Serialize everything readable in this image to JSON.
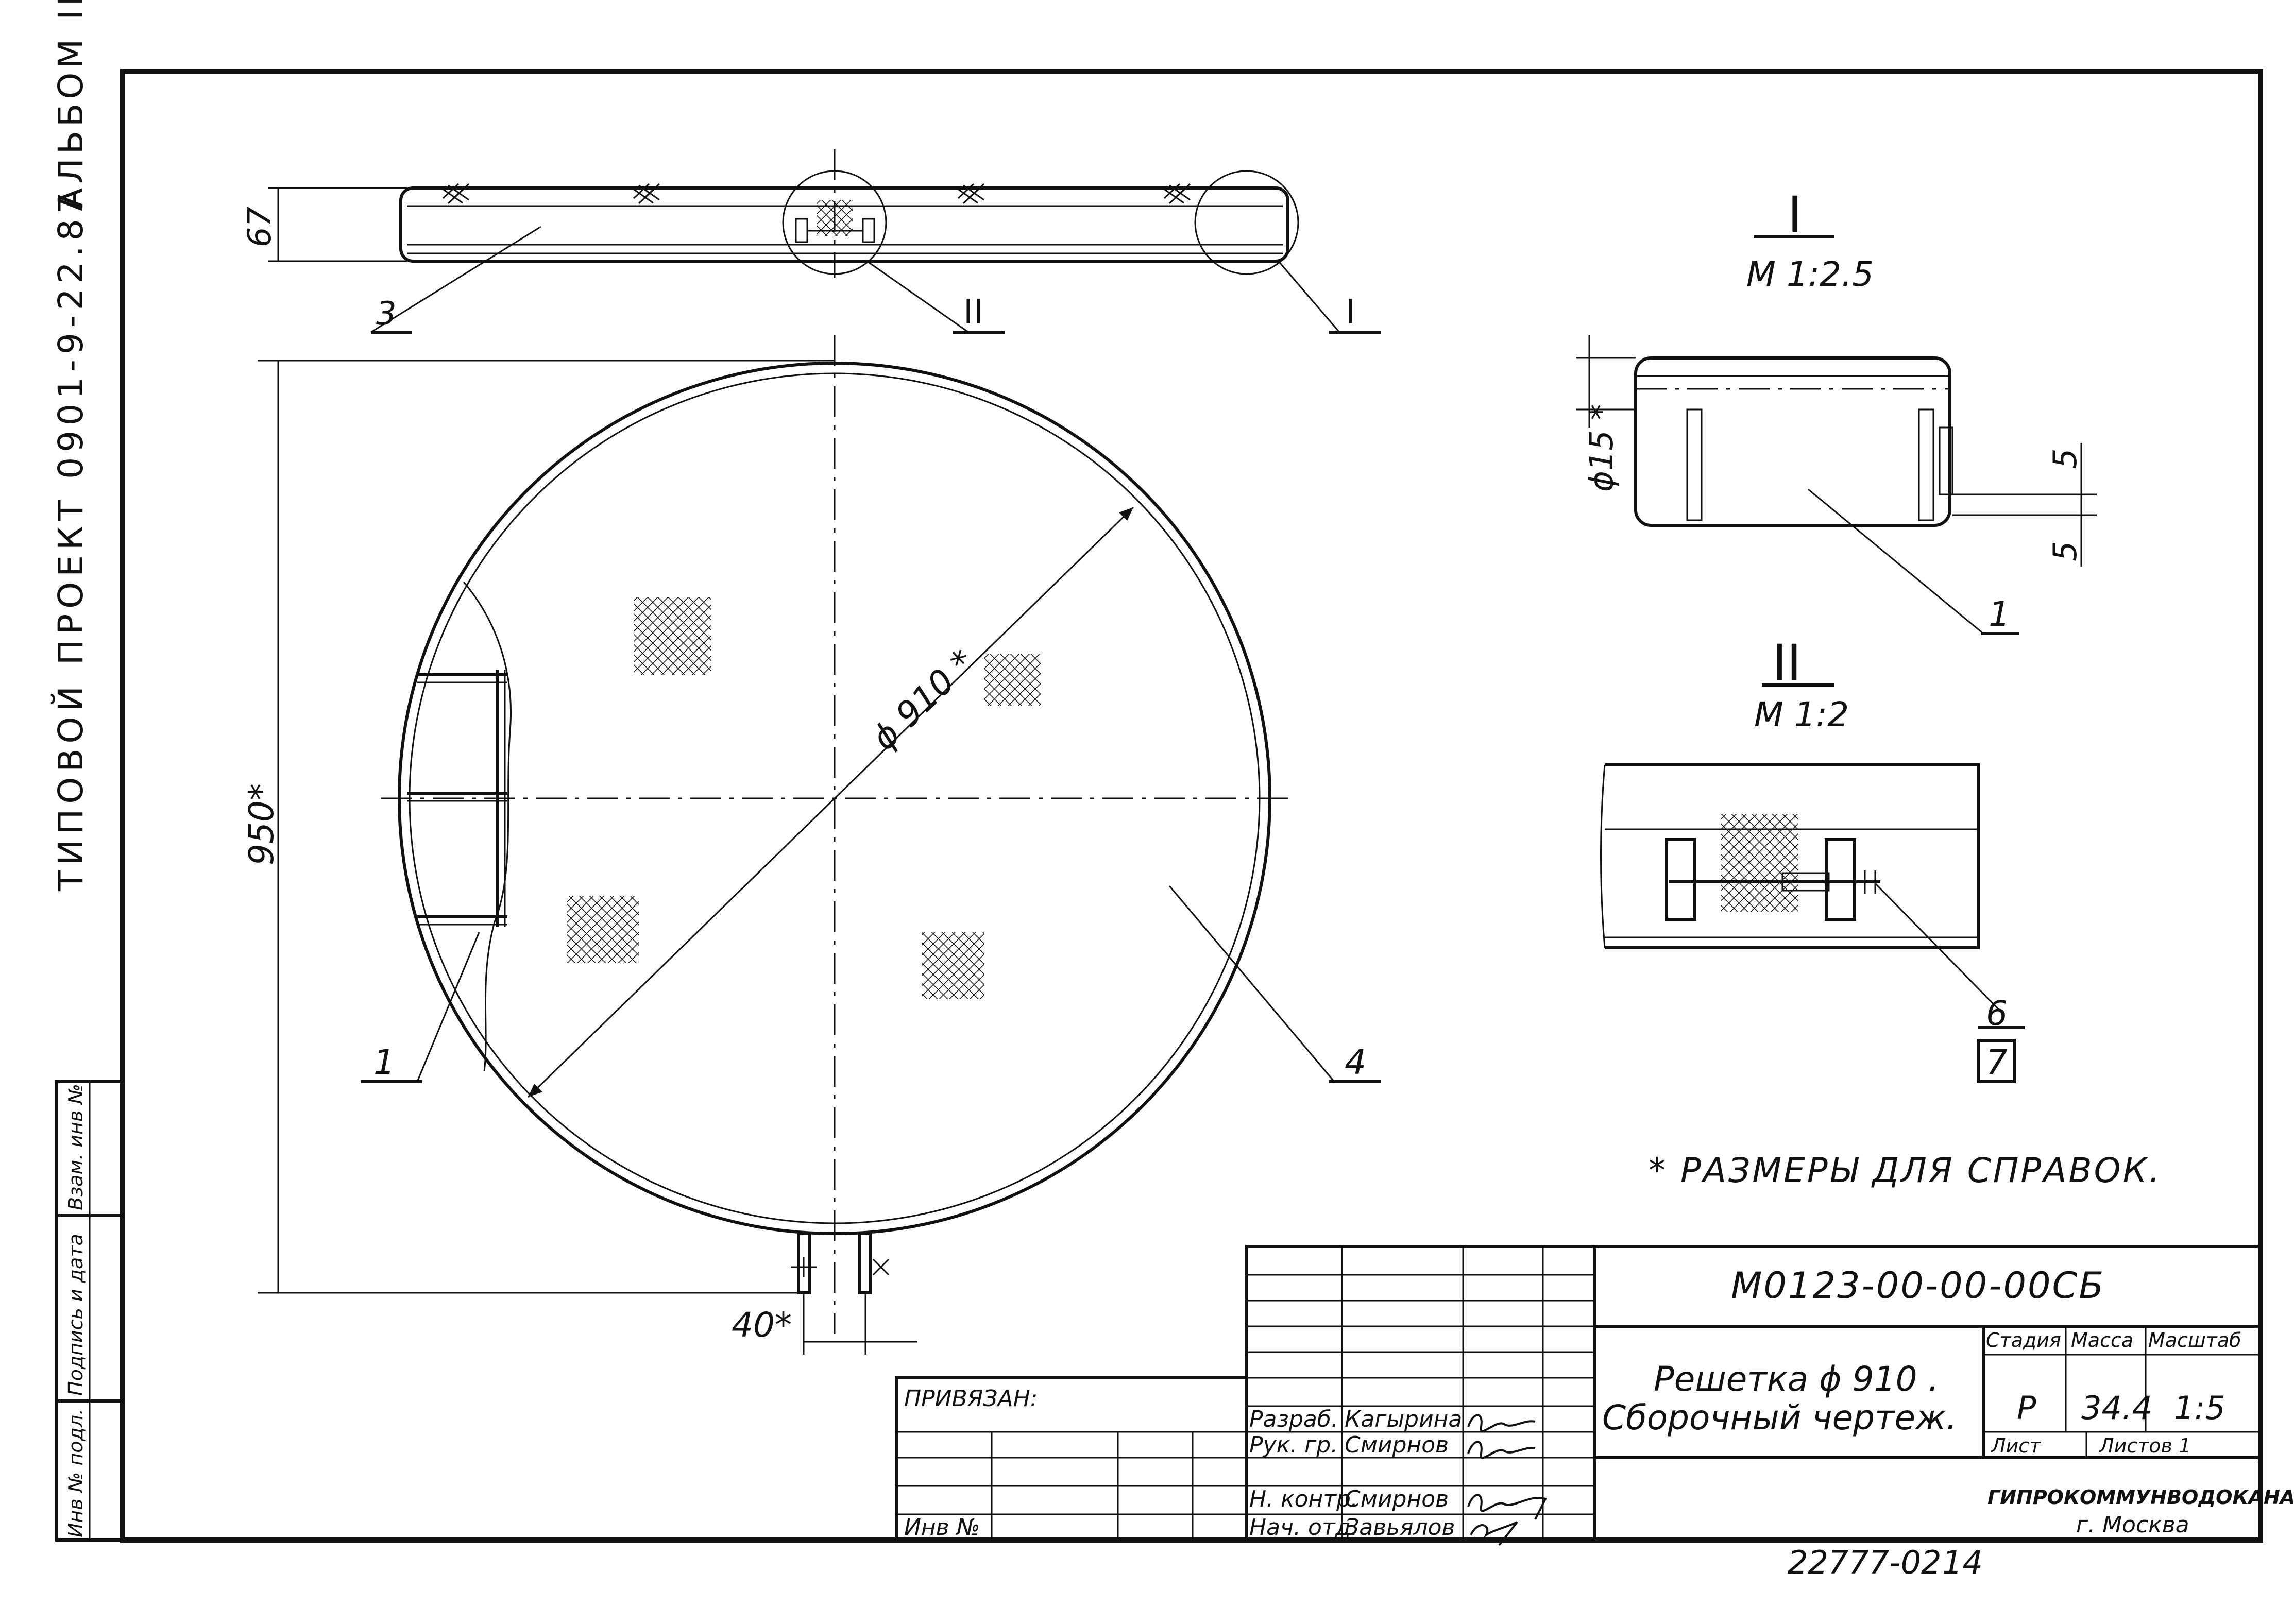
{
  "margin": {
    "album": "АЛЬБОМ III",
    "project": "ТИПОВОЙ ПРОЕКТ 0901-9-22.87",
    "stamp_labels": [
      "Инв № подл.",
      "Подпись и дата",
      "Взам. инв №"
    ]
  },
  "views": {
    "top": {
      "height_dim": "67",
      "callout_3": "3",
      "callout_II": "II",
      "callout_I": "I"
    },
    "plan": {
      "diameter": "ϕ 910 *",
      "height_dim": "950*",
      "tab_width": "40*",
      "callout_1": "1",
      "callout_4": "4"
    },
    "detail_I": {
      "title": "I",
      "scale": "М 1:2.5",
      "rod_dim": "ϕ15 *",
      "gap_top": "5",
      "gap_bottom": "5",
      "callout": "1"
    },
    "detail_II": {
      "title": "II",
      "scale": "М 1:2",
      "callout_6": "6",
      "callout_7": "7"
    }
  },
  "note": "* РАЗМЕРЫ ДЛЯ СПРАВОК.",
  "title_block": {
    "designation": "М0123-00-00-00СБ",
    "name_line1": "Решетка ϕ 910 .",
    "name_line2": "Сборочный чертеж.",
    "bound_label": "ПРИВЯЗАН:",
    "inv_label": "Инв №",
    "roles": [
      "Разраб.",
      "Рук. гр.",
      "Н. контр.",
      "Нач. отд."
    ],
    "names": [
      "Кагырина",
      "Смирнов",
      "Смирнов",
      "Завьялов"
    ],
    "stage_header": "Стадия",
    "mass_header": "Масса",
    "scale_header": "Масштаб",
    "stage": "Р",
    "mass": "34.4",
    "scale": "1:5",
    "sheet_label": "Лист",
    "sheets_label": "Листов 1",
    "org_line1": "ГИПРОКОММУНВОДОКАНАЛ",
    "org_line2": "г. Москва"
  },
  "footer": {
    "doc_number": "22777-02",
    "page": "14"
  }
}
